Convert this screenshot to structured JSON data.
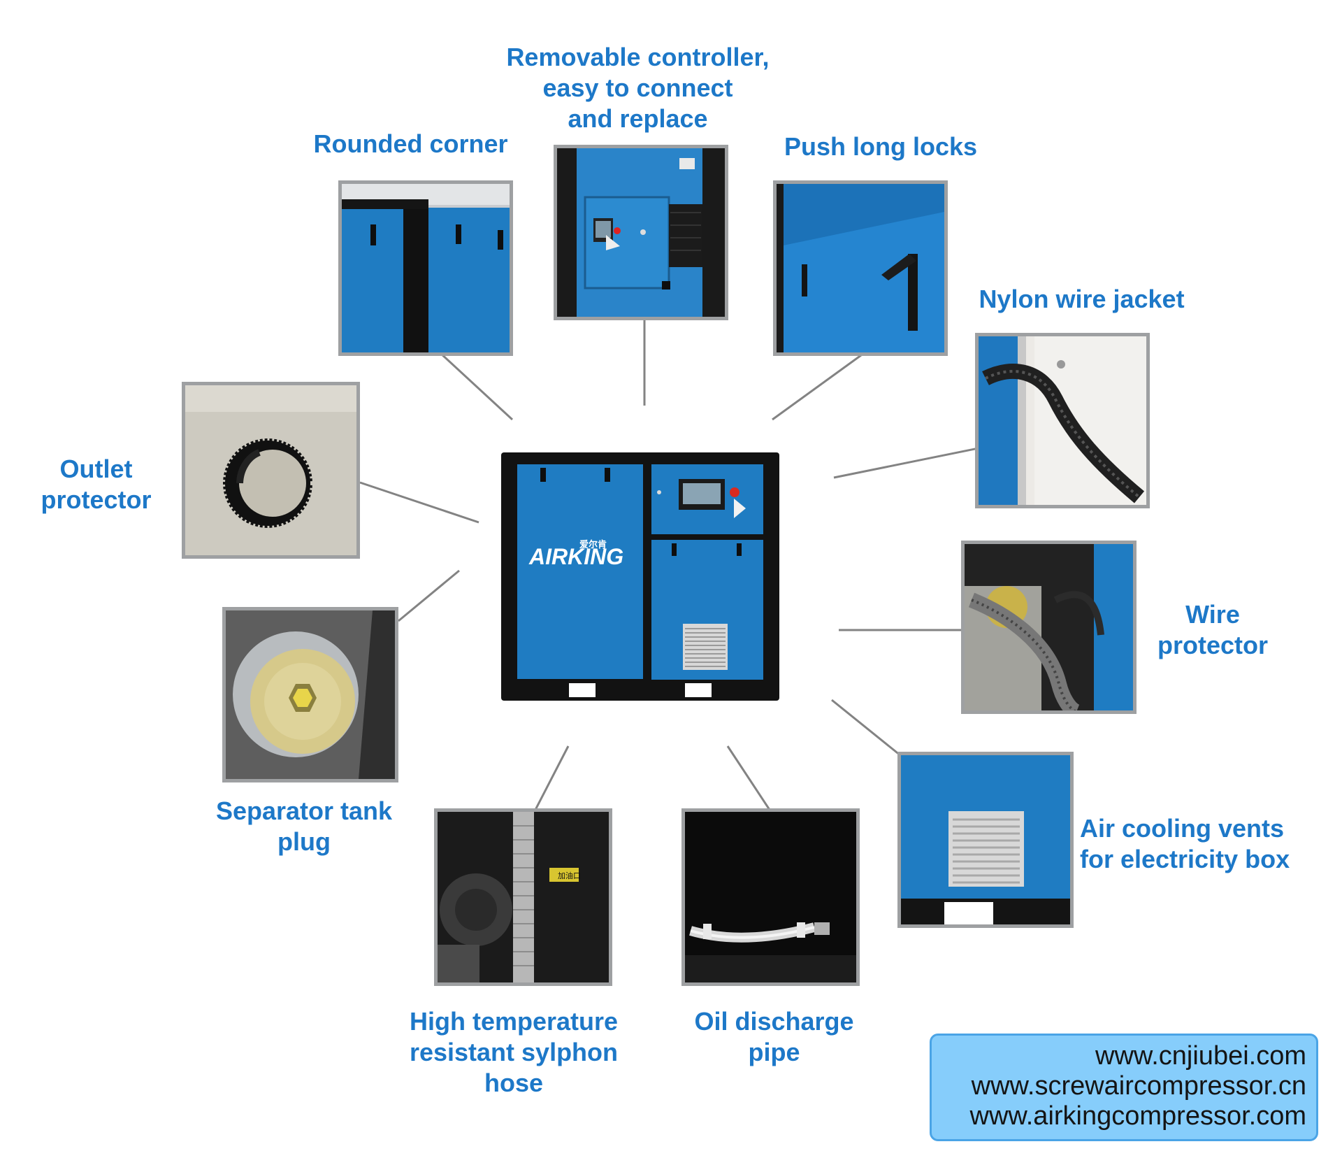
{
  "brand": {
    "logo_text": "AIRKING",
    "logo_cn": "爱尔肯"
  },
  "colors": {
    "label": "#1d78c8",
    "machine_blue": "#1f7cc2",
    "frame_black": "#111111",
    "connector": "#838383",
    "website_bg": "#86cdfb"
  },
  "features": [
    {
      "id": "rounded-corner",
      "label": "Rounded corner"
    },
    {
      "id": "removable-controller",
      "label": "Removable controller,\neasy to connect\nand replace"
    },
    {
      "id": "push-long-locks",
      "label": "Push long locks"
    },
    {
      "id": "nylon-wire-jacket",
      "label": "Nylon wire jacket"
    },
    {
      "id": "outlet-protector",
      "label": "Outlet\nprotector"
    },
    {
      "id": "wire-protector",
      "label": "Wire\nprotector"
    },
    {
      "id": "separator-tank-plug",
      "label": "Separator tank\nplug"
    },
    {
      "id": "air-cooling-vents",
      "label": "Air cooling vents\nfor electricity box"
    },
    {
      "id": "sylphon-hose",
      "label": "High temperature\nresistant sylphon\nhose"
    },
    {
      "id": "oil-discharge-pipe",
      "label": "Oil discharge\npipe"
    }
  ],
  "photo_text": {
    "oil_fill_cn": "加油口"
  },
  "websites": [
    "www.cnjiubei.com",
    "www.screwaircompressor.cn",
    "www.airkingcompressor.com"
  ]
}
